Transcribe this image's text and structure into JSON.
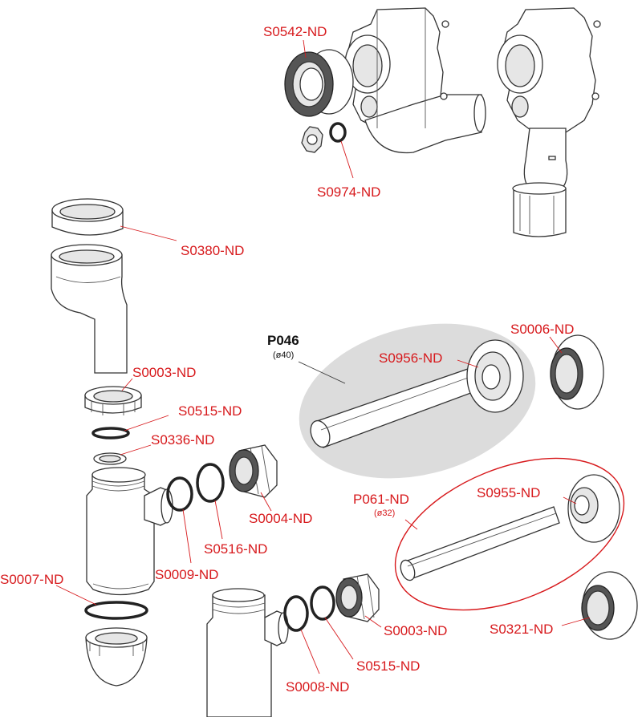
{
  "colors": {
    "label": "#d7191c",
    "label_black": "#111111",
    "highlight_gray": "#dcdcdc",
    "highlight_red": "#d7191c",
    "line": "#333333"
  },
  "labels": {
    "s0542": "S0542-ND",
    "s0974": "S0974-ND",
    "s0380": "S0380-ND",
    "s0003_top": "S0003-ND",
    "s0515_top": "S0515-ND",
    "s0336": "S0336-ND",
    "s0004": "S0004-ND",
    "s0516": "S0516-ND",
    "s0009": "S0009-ND",
    "s0007": "S0007-ND",
    "p046": "P046",
    "p046_dia": "(ø40)",
    "s0956": "S0956-ND",
    "s0006": "S0006-ND",
    "p061": "P061-ND",
    "p061_dia": "(ø32)",
    "s0955": "S0955-ND",
    "s0321": "S0321-ND",
    "s0003_bottom": "S0003-ND",
    "s0515_bottom": "S0515-ND",
    "s0008": "S0008-ND"
  }
}
